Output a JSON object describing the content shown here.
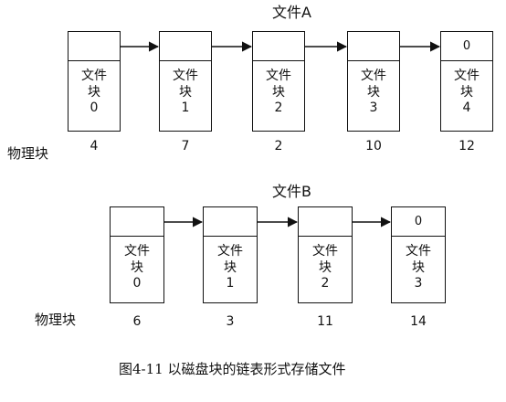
{
  "files": [
    {
      "title": "文件A",
      "physical_label": "物理块",
      "blocks": [
        {
          "line1": "文件",
          "line2": "块",
          "index": "0",
          "pointer": "",
          "physical": "4"
        },
        {
          "line1": "文件",
          "line2": "块",
          "index": "1",
          "pointer": "",
          "physical": "7"
        },
        {
          "line1": "文件",
          "line2": "块",
          "index": "2",
          "pointer": "",
          "physical": "2"
        },
        {
          "line1": "文件",
          "line2": "块",
          "index": "3",
          "pointer": "",
          "physical": "10"
        },
        {
          "line1": "文件",
          "line2": "块",
          "index": "4",
          "pointer": "0",
          "physical": "12"
        }
      ]
    },
    {
      "title": "文件B",
      "physical_label": "物理块",
      "blocks": [
        {
          "line1": "文件",
          "line2": "块",
          "index": "0",
          "pointer": "",
          "physical": "6"
        },
        {
          "line1": "文件",
          "line2": "块",
          "index": "1",
          "pointer": "",
          "physical": "3"
        },
        {
          "line1": "文件",
          "line2": "块",
          "index": "2",
          "pointer": "",
          "physical": "11"
        },
        {
          "line1": "文件",
          "line2": "块",
          "index": "3",
          "pointer": "0",
          "physical": "14"
        }
      ]
    }
  ],
  "caption": "图4-11  以磁盘块的链表形式存储文件"
}
